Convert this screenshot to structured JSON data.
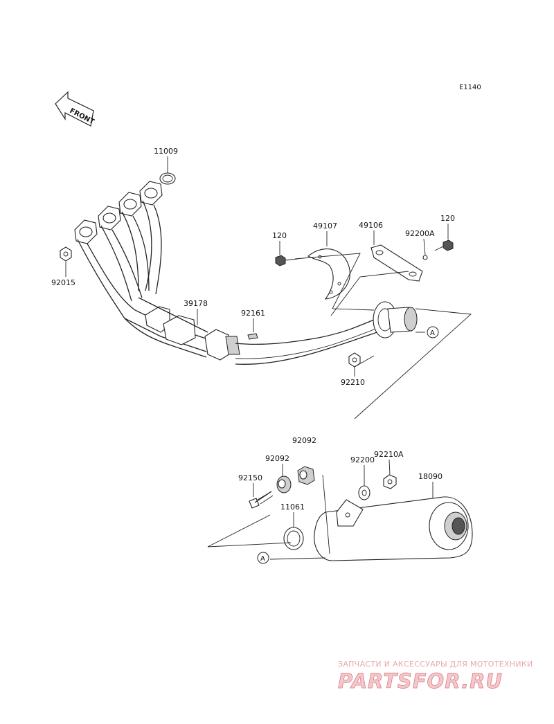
{
  "diagram": {
    "code": "E1140",
    "front_label": "FRONT",
    "reference_label": "A",
    "part_labels": {
      "p11009": "11009",
      "p92015": "92015",
      "p39178": "39178",
      "p92161": "92161",
      "p120_left": "120",
      "p49107": "49107",
      "p49106": "49106",
      "p92200A": "92200A",
      "p120_right": "120",
      "p92210": "92210",
      "p92092_top": "92092",
      "p92092": "92092",
      "p92150": "92150",
      "p11061": "11061",
      "p92200": "92200",
      "p92210A": "92210A",
      "p18090": "18090"
    }
  },
  "watermark": {
    "tagline": "ЗАПЧАСТИ И АКСЕССУАРЫ ДЛЯ МОТОТЕХНИКИ",
    "brand": "PARTSFOR.RU",
    "colors": {
      "fill": "#f4c7cb",
      "stroke": "#d87e86"
    }
  }
}
